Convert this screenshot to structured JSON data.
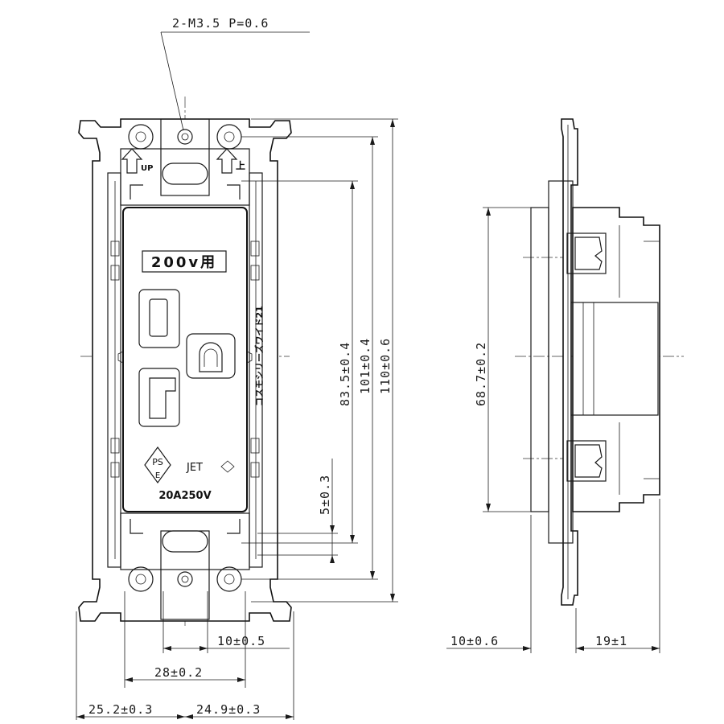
{
  "dimensions": {
    "screw_spec": "2-M3.5 P=0.6",
    "height_inner": "83.5±0.4",
    "height_mid": "101±0.4",
    "height_total": "110±0.6",
    "offset_small": "5±0.3",
    "width_center_gap": "10±0.5",
    "width_mount": "28±0.2",
    "width_left": "25.2±0.3",
    "width_right": "24.9±0.3",
    "side_height": "68.7±0.2",
    "side_front": "10±0.6",
    "side_depth": "19±1"
  },
  "labels": {
    "voltage_label": "200v用",
    "series_label": "コスモシリーズワイド21",
    "rating": "20A250V",
    "pse_top": "PS",
    "pse_bottom": "E",
    "jet": "JET",
    "up_left": "UP",
    "up_right": "上"
  }
}
